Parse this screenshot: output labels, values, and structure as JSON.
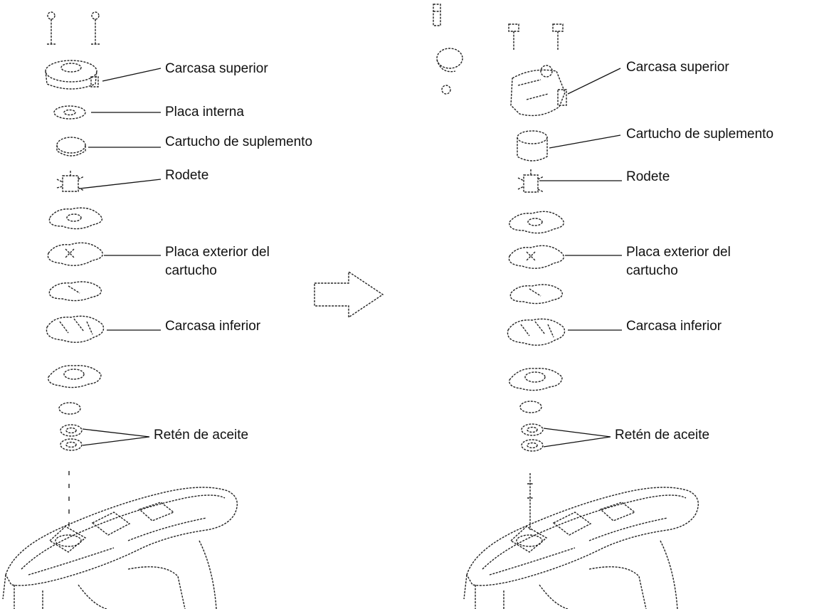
{
  "left_assembly": {
    "labels": {
      "upper_housing": "Carcasa superior",
      "inner_plate": "Placa interna",
      "shim_cartridge": "Cartucho de suplemento",
      "impeller": "Rodete",
      "outer_plate_line1": "Placa exterior del",
      "outer_plate_line2": "cartucho",
      "lower_housing": "Carcasa inferior",
      "oil_seal": "Retén de aceite"
    }
  },
  "right_assembly": {
    "labels": {
      "upper_housing": "Carcasa superior",
      "shim_cartridge": "Cartucho de suplemento",
      "impeller": "Rodete",
      "outer_plate_line1": "Placa exterior del",
      "outer_plate_line2": "cartucho",
      "lower_housing": "Carcasa inferior",
      "oil_seal": "Retén de aceite"
    }
  },
  "transition_arrow_icon": "arrow-right-icon"
}
